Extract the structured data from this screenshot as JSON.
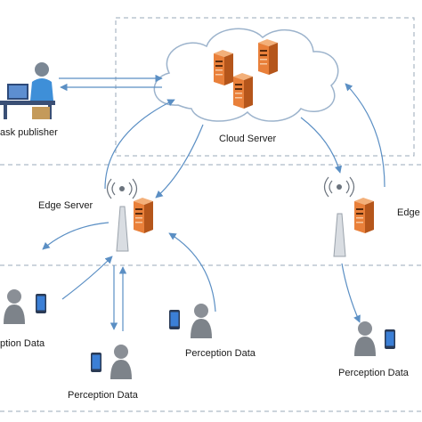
{
  "labels": {
    "task_publisher": "ask publisher",
    "cloud_server": "Cloud Server",
    "edge_server_left": "Edge Server",
    "edge_server_right": "Edge",
    "perception_far_left": "ption Data",
    "perception_bottom": "Perception Data",
    "perception_center_right": "Perception Data",
    "perception_right": "Perception Data"
  },
  "icons": {
    "cloud": "cloud-icon",
    "server": "server-icon",
    "base_station": "antenna-icon",
    "person": "person-icon",
    "phone": "smartphone-icon",
    "publisher": "desk-worker-icon"
  },
  "colors": {
    "arrow": "#5b8fc4",
    "dashed_border": "#9aa8b8",
    "server_orange": "#e9803a",
    "server_dark": "#b5561b",
    "cloud_fill": "#ffffff",
    "cloud_stroke": "#9cb3cc",
    "person_gray": "#8a8f96",
    "phone_blue": "#3b7fd6"
  }
}
